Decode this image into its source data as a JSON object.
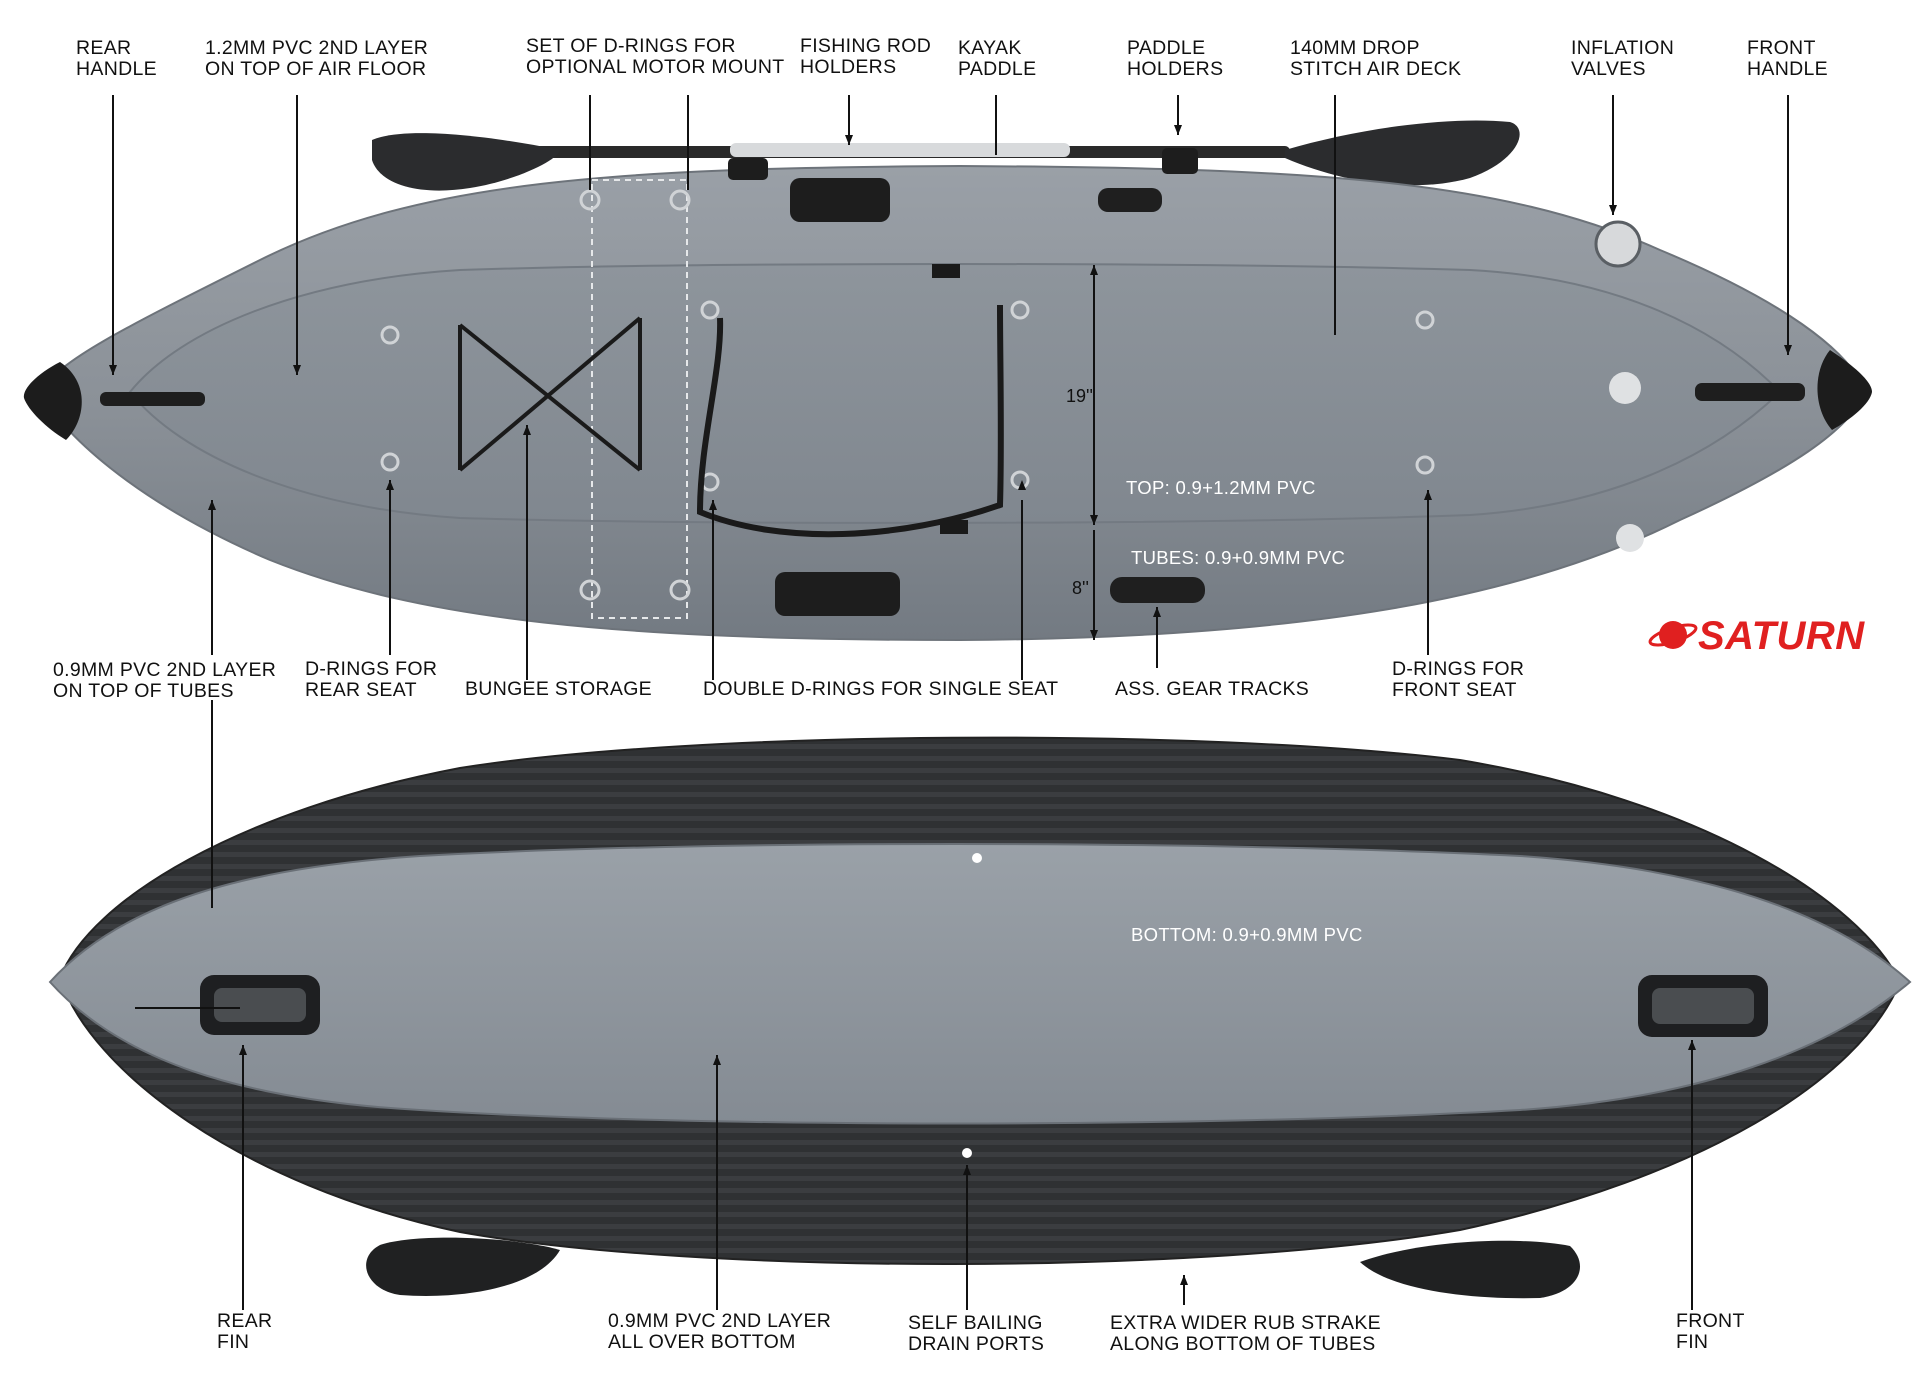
{
  "brand": {
    "name": "SATURN",
    "color": "#e02020"
  },
  "colors": {
    "hull_gray": "#8a9097",
    "tube_dark": "#2f3032",
    "accent": "#e02020"
  },
  "top_callouts": [
    {
      "key": "rear_handle",
      "lines": [
        "REAR",
        "HANDLE"
      ]
    },
    {
      "key": "pvc_air_floor",
      "lines": [
        "1.2MM PVC 2ND LAYER",
        "ON TOP OF AIR FLOOR"
      ]
    },
    {
      "key": "motor_mount",
      "lines": [
        "SET OF D-RINGS FOR",
        "OPTIONAL MOTOR MOUNT"
      ]
    },
    {
      "key": "fishing_rod_holders",
      "lines": [
        "FISHING ROD",
        "HOLDERS"
      ]
    },
    {
      "key": "kayak_paddle",
      "lines": [
        "KAYAK",
        "PADDLE"
      ]
    },
    {
      "key": "paddle_holders",
      "lines": [
        "PADDLE",
        "HOLDERS"
      ]
    },
    {
      "key": "drop_stitch",
      "lines": [
        "140MM DROP",
        "STITCH AIR DECK"
      ]
    },
    {
      "key": "inflation_valves",
      "lines": [
        "INFLATION",
        "VALVES"
      ]
    },
    {
      "key": "front_handle",
      "lines": [
        "FRONT",
        "HANDLE"
      ]
    }
  ],
  "middle_callouts": [
    {
      "key": "pvc_tubes",
      "lines": [
        "0.9MM PVC 2ND LAYER",
        "ON TOP OF TUBES"
      ]
    },
    {
      "key": "rear_seat",
      "lines": [
        "D-RINGS FOR",
        "REAR SEAT"
      ]
    },
    {
      "key": "bungee",
      "lines": [
        "BUNGEE STORAGE"
      ]
    },
    {
      "key": "double_drings",
      "lines": [
        "DOUBLE D-RINGS FOR SINGLE SEAT"
      ]
    },
    {
      "key": "gear_tracks",
      "lines": [
        "ASS. GEAR TRACKS"
      ]
    },
    {
      "key": "front_seat",
      "lines": [
        "D-RINGS FOR",
        "FRONT SEAT"
      ]
    }
  ],
  "bottom_callouts": [
    {
      "key": "rear_fin",
      "lines": [
        "REAR",
        "FIN"
      ]
    },
    {
      "key": "pvc_bottom",
      "lines": [
        "0.9MM PVC 2ND LAYER",
        "ALL OVER BOTTOM"
      ]
    },
    {
      "key": "drain_ports",
      "lines": [
        "SELF BAILING",
        "DRAIN PORTS"
      ]
    },
    {
      "key": "rub_strake",
      "lines": [
        "EXTRA WIDER RUB STRAKE",
        "ALONG BOTTOM OF TUBES"
      ]
    },
    {
      "key": "front_fin",
      "lines": [
        "FRONT",
        "FIN"
      ]
    }
  ],
  "specs": {
    "top": "TOP: 0.9+1.2MM PVC",
    "tubes": "TUBES: 0.9+0.9MM PVC",
    "bottom": "BOTTOM: 0.9+0.9MM PVC"
  },
  "dimensions": {
    "deck_height": "19''",
    "tube_height": "8''"
  }
}
